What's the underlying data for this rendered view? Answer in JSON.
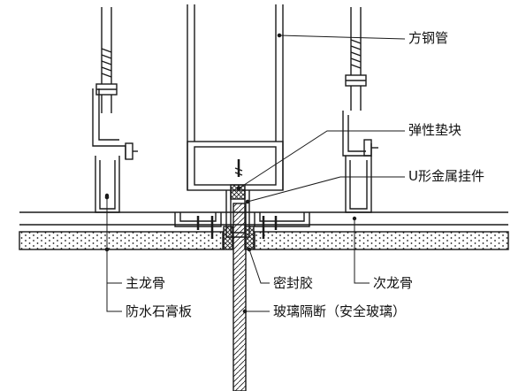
{
  "diagram": {
    "labels": {
      "square_steel_tube": "方钢管",
      "elastic_pad": "弹性垫块",
      "u_metal_hanger": "U形金属挂件",
      "main_keel": "主龙骨",
      "waterproof_gypsum_board": "防水石膏板",
      "sealant": "密封胶",
      "secondary_keel": "次龙骨",
      "glass_partition": "玻璃隔断（安全玻璃）"
    },
    "colors": {
      "line": "#1a1a1a",
      "background": "#ffffff"
    }
  }
}
